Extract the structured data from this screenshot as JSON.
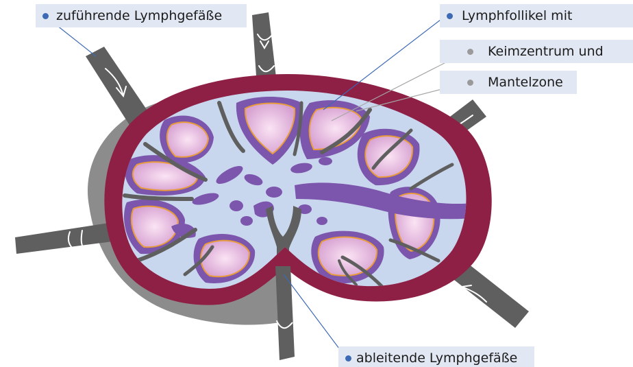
{
  "labels": {
    "afferent": "zuführende Lymphgefäße",
    "follicle": "Lymphfollikel mit",
    "germinal_center": "Keimzentrum und",
    "mantle_zone": "Mantelzone",
    "efferent": "ableitende Lymphgefäße"
  },
  "colors": {
    "capsule": "#8e1f45",
    "medulla": "#c9d7ee",
    "follicle_outer": "#7c55ad",
    "follicle_ring": "#e89b3a",
    "germinal_center": "#e5b2dc",
    "vessel": "#5f5f5f",
    "shadow": "#8c8c8c",
    "label_bg": "#e2e8f3",
    "dot_blue": "#3d6ab4",
    "dot_grey": "#9a9a9a",
    "leader_blue": "#3d6ab4",
    "leader_grey": "#a5a5a5"
  }
}
